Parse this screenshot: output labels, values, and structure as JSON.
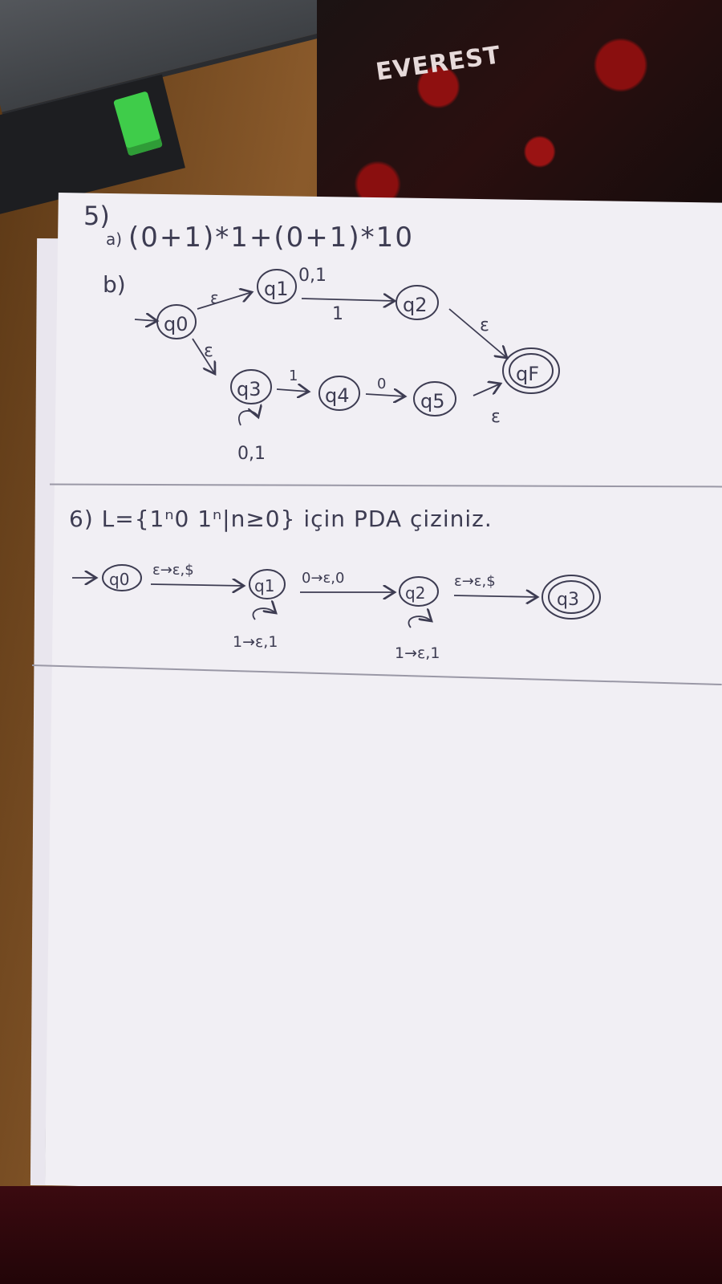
{
  "background": {
    "brand_text": "EVEREST"
  },
  "problem5": {
    "number": "5)",
    "part_a_label": "a)",
    "part_a_expression": "(0+1)*1+(0+1)*10",
    "part_b_label": "b)",
    "states": [
      "q0",
      "q1",
      "q2",
      "qF",
      "q3",
      "q4",
      "q5"
    ],
    "labels": {
      "q0_q1": "ε",
      "q1_loop": "0,1",
      "q1_q2": "1",
      "q2_qF": "ε",
      "q0_q3": "ε",
      "q3_q4": "1",
      "q4_q5": "0",
      "q5_qF": "ε",
      "q3_loop": "0,1"
    }
  },
  "problem6": {
    "statement": "6) L={1ⁿ0 1ⁿ|n≥0} için PDA çiziniz.",
    "states": [
      "q0",
      "q1",
      "q2",
      "q3"
    ],
    "labels": {
      "q0_q1": "ε→ε,$",
      "q1_q2": "0→ε,0",
      "q2_q3": "ε→ε,$",
      "q1_loop": "1→ε,1",
      "q2_loop": "1→ε,1"
    }
  },
  "colors": {
    "ink": "#3d3c52",
    "paper": "#f1eff4"
  }
}
